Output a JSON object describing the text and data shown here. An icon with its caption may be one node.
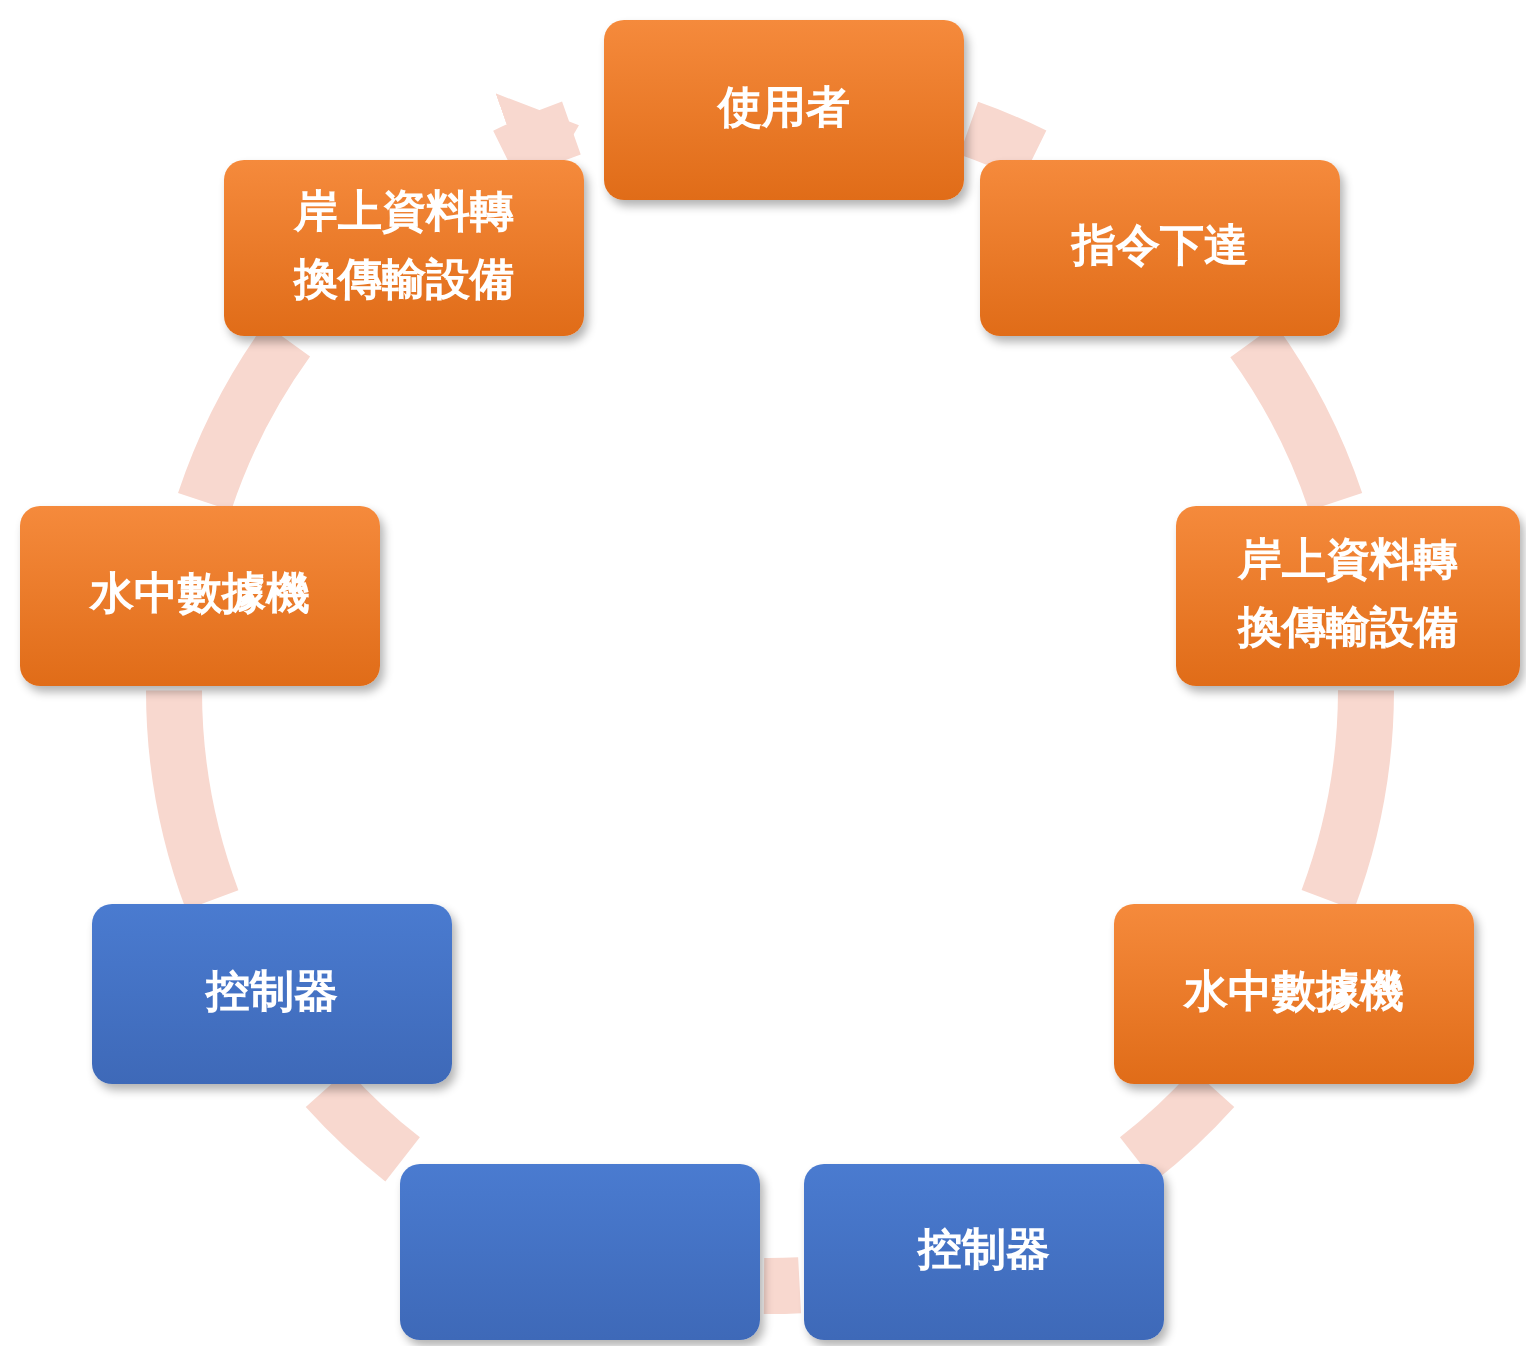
{
  "diagram": {
    "nodes": [
      {
        "text": [
          "使用者"
        ]
      },
      {
        "text": [
          "指令下達"
        ]
      },
      {
        "text": [
          "岸上資料轉換傳輸設備"
        ]
      },
      {
        "text": [
          "水中數據機"
        ]
      },
      {
        "text": [
          "控制器"
        ]
      },
      {
        "text": [],
        "shape": "box"
      },
      {
        "text": [
          "控制器"
        ]
      },
      {
        "text": [
          "水中數據機"
        ]
      },
      {
        "text": [
          "岸上資料轉換傳輸設備"
        ]
      }
    ],
    "edges": [
      {
        "from": 0,
        "to": 1,
        "arrow": "none"
      },
      {
        "from": 1,
        "to": 2,
        "arrow": "none"
      },
      {
        "from": 2,
        "to": 3,
        "arrow": "none"
      },
      {
        "from": 3,
        "to": 4,
        "arrow": "none"
      },
      {
        "from": 4,
        "to": 5,
        "arrow": "none"
      },
      {
        "from": 5,
        "to": 6,
        "arrow": "none"
      },
      {
        "from": 6,
        "to": 7,
        "arrow": "none"
      },
      {
        "from": 7,
        "to": 8,
        "arrow": "none"
      },
      {
        "from": 8,
        "to": 0,
        "arrow": "to"
      }
    ]
  }
}
